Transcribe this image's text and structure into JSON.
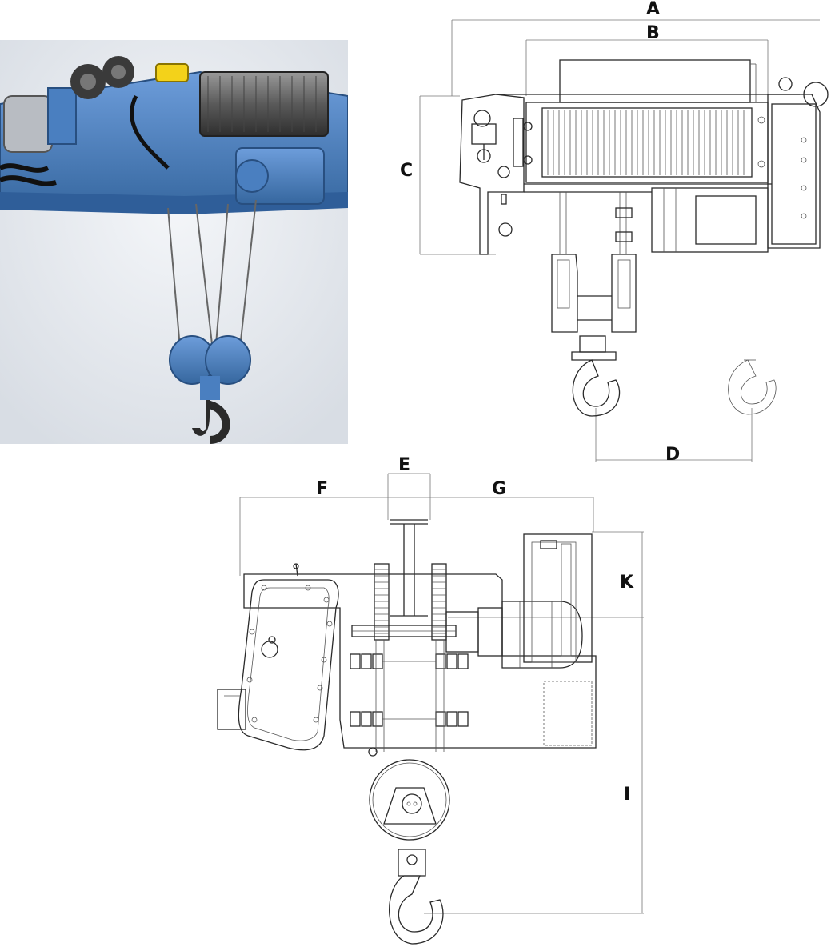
{
  "labels": {
    "A": "A",
    "B": "B",
    "C": "C",
    "D": "D",
    "E": "E",
    "F": "F",
    "G": "G",
    "K": "K",
    "I": "I"
  },
  "colors": {
    "hoist_blue": "#4a7fc0",
    "hoist_blue_dark": "#2f5e99",
    "cap_yellow": "#f3d21a",
    "hook_dark": "#2a2a2a"
  },
  "icons": {
    "photo": "electric-wire-rope-hoist",
    "front_view": "hoist-front-elevation-drawing",
    "side_view": "hoist-side-elevation-drawing"
  }
}
